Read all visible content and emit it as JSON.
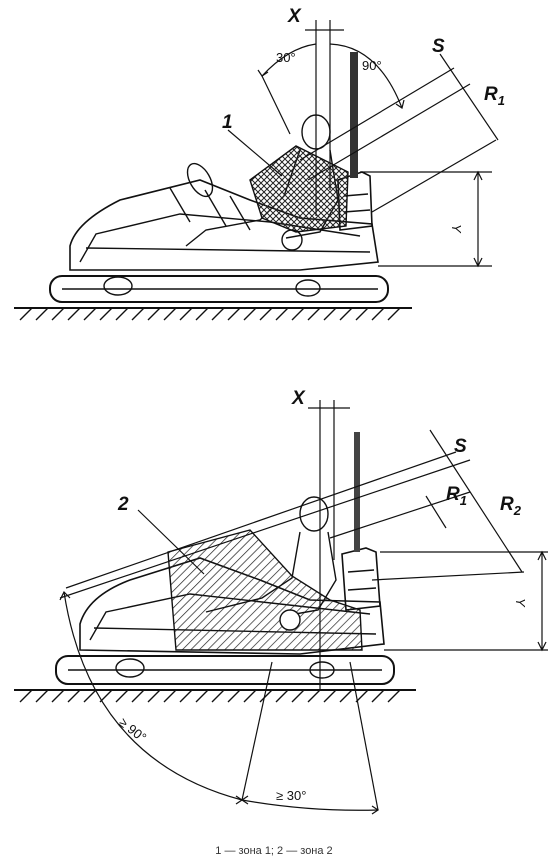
{
  "top_figure": {
    "labels": {
      "x": "X",
      "angle_a": "30°",
      "angle_b": "90°",
      "s": "S",
      "r1": "R",
      "r1_sub": "1",
      "y": "Y",
      "zone_num": "1"
    }
  },
  "bottom_figure": {
    "labels": {
      "x": "X",
      "s": "S",
      "r1": "R",
      "r1_sub": "1",
      "r2": "R",
      "r2_sub": "2",
      "y": "Y",
      "zone_num": "2",
      "angle_a": "≥ 90°",
      "angle_b": "≥ 30°"
    }
  },
  "caption": "1 — зона 1;  2 — зона 2"
}
